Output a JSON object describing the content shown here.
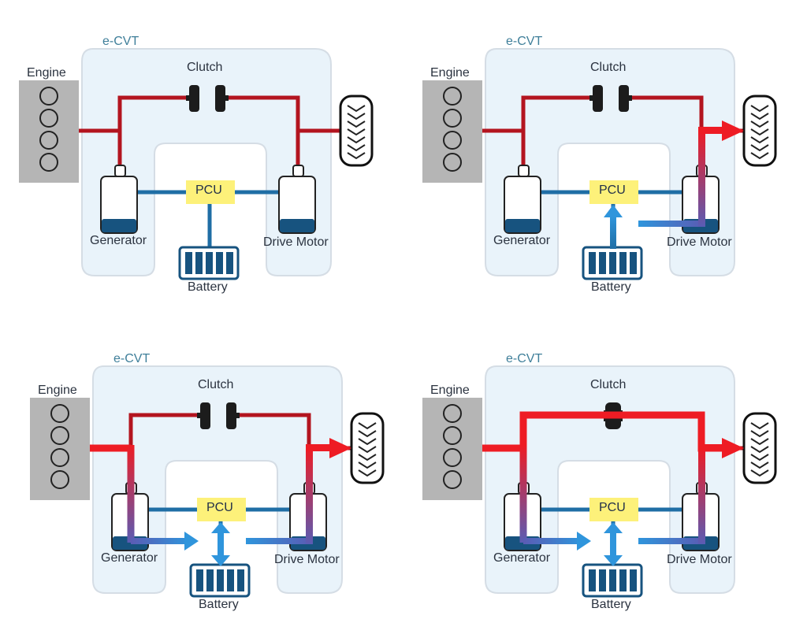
{
  "diagram": {
    "labels": {
      "ecvt": "e-CVT",
      "engine": "Engine",
      "clutch": "Clutch",
      "pcu": "PCU",
      "generator": "Generator",
      "drive_motor": "Drive Motor",
      "battery": "Battery"
    },
    "colors": {
      "housing": "#e9f3fa",
      "mechanical_path": "#b3141f",
      "mechanical_flow": "#ee1c24",
      "electrical_path": "#1f6ea5",
      "electrical_flow": "#2f95dc",
      "pcu": "#fdf17a",
      "engine_block": "#b5b5b5"
    },
    "panels": [
      {
        "id": "idle",
        "clutch": "open",
        "flows": []
      },
      {
        "id": "ev-drive",
        "clutch": "open",
        "flows": [
          "battery-to-pcu",
          "pcu-to-motor",
          "motor-to-wheel"
        ]
      },
      {
        "id": "hybrid-drive",
        "clutch": "open",
        "flows": [
          "engine-to-generator",
          "generator-to-pcu",
          "pcu-battery-bidirectional",
          "pcu-to-motor",
          "motor-to-wheel"
        ]
      },
      {
        "id": "engine-drive",
        "clutch": "engaged",
        "flows": [
          "engine-to-wheel",
          "engine-to-generator",
          "generator-to-pcu",
          "pcu-battery-bidirectional",
          "pcu-to-motor",
          "motor-to-wheel"
        ]
      }
    ]
  }
}
